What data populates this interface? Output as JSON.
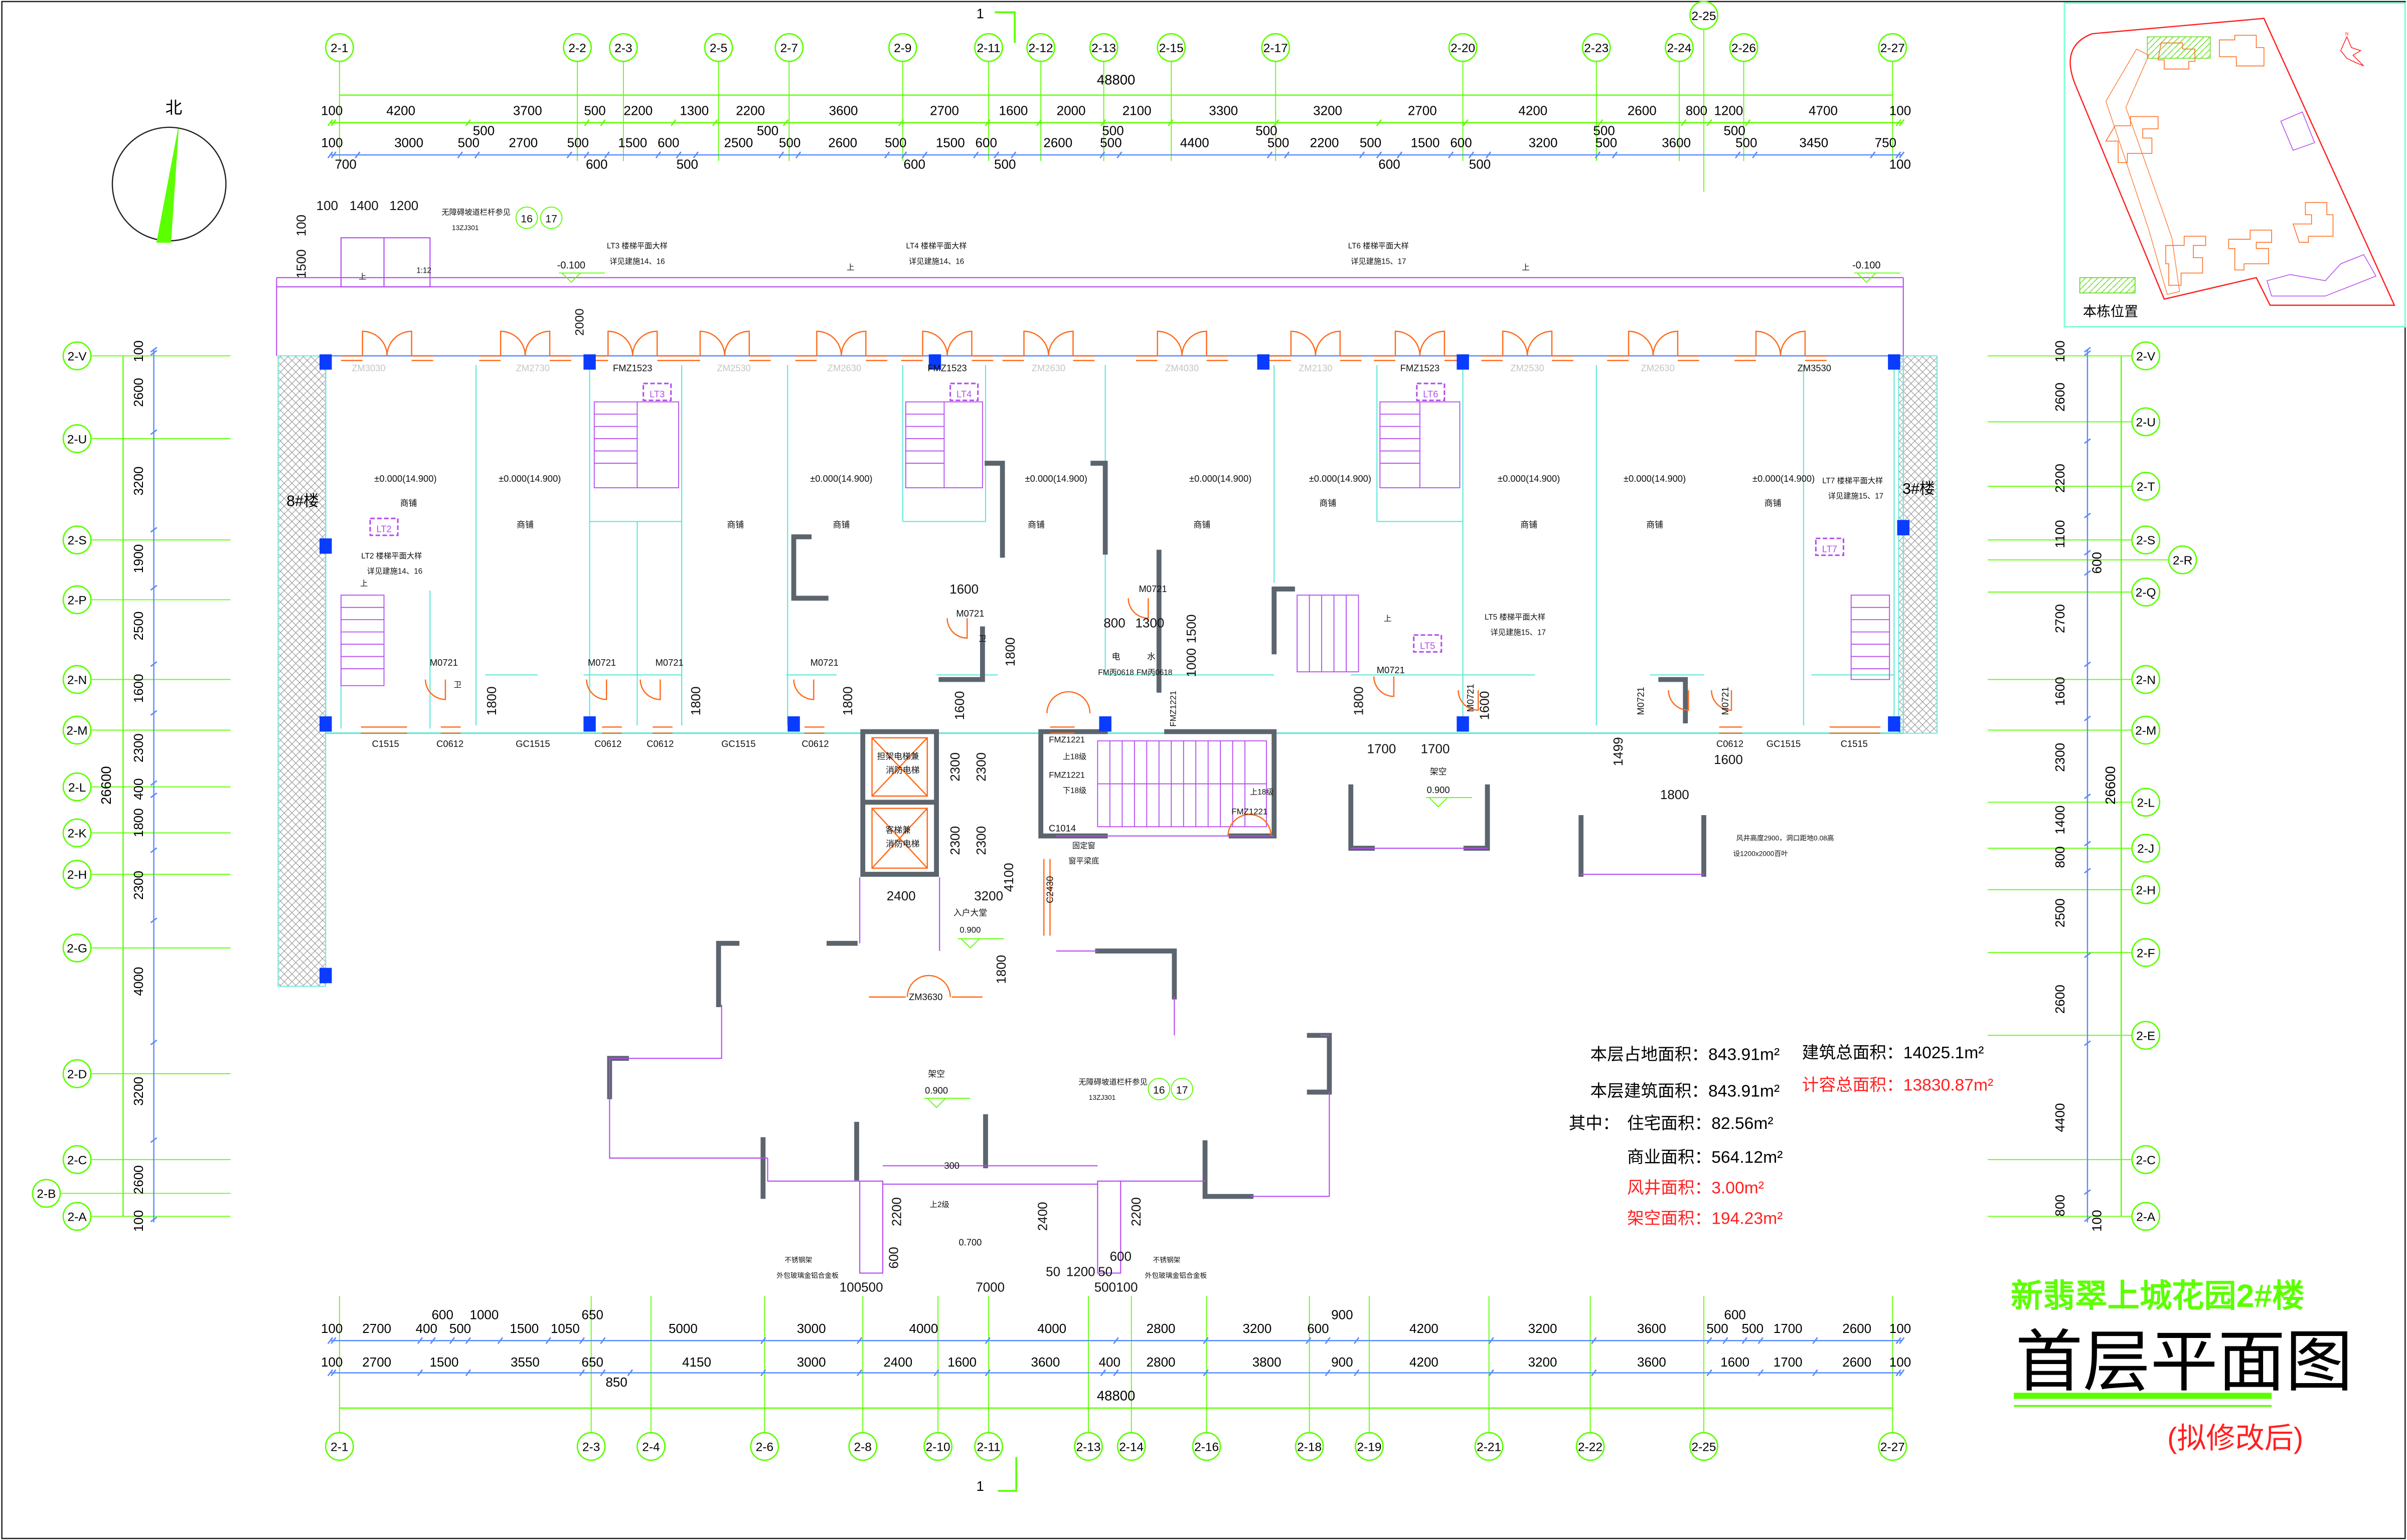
{
  "title": {
    "project": "新翡翠上城花园2#楼",
    "drawing": "首层平面图",
    "note": "(拟修改后)"
  },
  "north_label": "北",
  "section_mark": "1",
  "areas": {
    "site_area": "本层占地面积：843.91m²",
    "floor_area": "本层建筑面积：843.91m²",
    "of_which": "其中：",
    "residential_area": "住宅面积：82.56m²",
    "commercial_area": "商业面积：564.12m²",
    "shaft_area": "风井面积：3.00m²",
    "stilt_area": "架空面积：194.23m²",
    "total_building_area": "建筑总面积：14025.1m²",
    "total_far_area": "计容总面积：13830.87m²"
  },
  "colors": {
    "grid": "#5cff00",
    "dimension": "#5a8cff",
    "wall": "#5c656d",
    "partition": "#5fe8d8",
    "outline": "#b44cf0",
    "door": "#ff6a1a",
    "column": "#0a3cff",
    "highlight": "#ff2020"
  },
  "inset": {
    "legend": "本栋位置",
    "compass": "N"
  },
  "grid": {
    "top": [
      "2-1",
      "2-2",
      "2-3",
      "2-5",
      "2-7",
      "2-9",
      "2-11",
      "2-12",
      "2-13",
      "2-15",
      "2-17",
      "2-20",
      "2-23",
      "2-24",
      "2-25",
      "2-26",
      "2-27"
    ],
    "bottom": [
      "2-1",
      "2-3",
      "2-4",
      "2-6",
      "2-8",
      "2-10",
      "2-11",
      "2-13",
      "2-14",
      "2-16",
      "2-18",
      "2-19",
      "2-21",
      "2-22",
      "2-25",
      "2-27"
    ],
    "left": [
      "2-V",
      "2-U",
      "2-S",
      "2-P",
      "2-N",
      "2-M",
      "2-L",
      "2-K",
      "2-H",
      "2-G",
      "2-D",
      "2-C",
      "2-B",
      "2-A"
    ],
    "right": [
      "2-V",
      "2-U",
      "2-T",
      "2-S",
      "2-R",
      "2-Q",
      "2-N",
      "2-M",
      "2-L",
      "2-J",
      "2-H",
      "2-F",
      "2-E",
      "2-C",
      "2-A"
    ]
  },
  "dims": {
    "top_total": "48800",
    "top_row1": [
      "100",
      "4200",
      "3700",
      "500",
      "2200",
      "1300",
      "2200",
      "3600",
      "2700",
      "1600",
      "2000",
      "2100",
      "3300",
      "3200",
      "2700",
      "4200",
      "2600",
      "800",
      "1200",
      "4700",
      "100"
    ],
    "top_mid": [
      "500",
      "500",
      "500",
      "500",
      "500",
      "500"
    ],
    "top_row2": [
      "100",
      "700",
      "3000",
      "500",
      "2700",
      "500",
      "600",
      "1500",
      "600",
      "500",
      "2500",
      "500",
      "2600",
      "500",
      "600",
      "1500",
      "600",
      "500",
      "2600",
      "500",
      "4400",
      "500",
      "2200",
      "500",
      "600",
      "1500",
      "600",
      "500",
      "3200",
      "500",
      "3600",
      "500",
      "3450",
      "750",
      "100"
    ],
    "bottom_row1": [
      "100",
      "2700",
      "400",
      "600",
      "500",
      "1000",
      "1500",
      "1050",
      "650",
      "5000",
      "3000",
      "4000",
      "4000",
      "2800",
      "3200",
      "600",
      "900",
      "4200",
      "3200",
      "3600",
      "500",
      "600",
      "500",
      "1700",
      "2600",
      "100"
    ],
    "bottom_row2": [
      "100",
      "2700",
      "1500",
      "3550",
      "650",
      "850",
      "4150",
      "3000",
      "2400",
      "1600",
      "3600",
      "400",
      "2800",
      "3800",
      "900",
      "4200",
      "3200",
      "3600",
      "1600",
      "1700",
      "2600",
      "100"
    ],
    "bottom_total": "48800",
    "left": [
      "100",
      "2600",
      "3200",
      "1900",
      "2500",
      "1600",
      "2300",
      "400",
      "1800",
      "2300",
      "4000",
      "3200",
      "2600",
      "100"
    ],
    "left_total": "26600",
    "right": [
      "100",
      "2600",
      "2200",
      "1100",
      "600",
      "2700",
      "1600",
      "2300",
      "1400",
      "800",
      "2500",
      "2600",
      "4400",
      "800",
      "100"
    ],
    "right_total": "26600"
  },
  "plan": {
    "side_buildings": [
      "8#楼",
      "3#楼"
    ],
    "labels": [
      "±0.000(14.900)",
      "±0.000(14.900)",
      "±0.000(14.900)",
      "±0.000(14.900)",
      "±0.000(14.900)",
      "±0.000(14.900)",
      "±0.000(14.900)",
      "±0.000(14.900)",
      "±0.000(14.900)",
      "商铺",
      "商铺",
      "商铺",
      "商铺",
      "商铺",
      "商铺",
      "商铺",
      "商铺",
      "商铺",
      "商铺",
      "ZM3030",
      "ZM2730",
      "FMZ1523",
      "ZM2530",
      "ZM2630",
      "FMZ1523",
      "ZM2630",
      "ZM4030",
      "ZM2130",
      "FMZ1523",
      "ZM2530",
      "ZM2630",
      "ZM3530",
      "C1515",
      "C0612",
      "GC1515",
      "C0612",
      "C0612",
      "GC1515",
      "C0612",
      "C0612",
      "GC1515",
      "C1515",
      "M0721",
      "M0721",
      "M0721",
      "M0721",
      "M0721",
      "M0721",
      "M0721",
      "M0721",
      "M0721",
      "M0721",
      "-0.100",
      "-0.100",
      "LT3 楼梯平面大样",
      "详见建施14、16",
      "LT4 楼梯平面大样",
      "详见建施14、16",
      "LT6 楼梯平面大样",
      "详见建施15、17",
      "LT2 楼梯平面大样",
      "详见建施14、16",
      "LT5 楼梯平面大样",
      "详见建施15、17",
      "LT7 楼梯平面大样",
      "详见建施15、17",
      "LT2",
      "LT3",
      "LT4",
      "LT6",
      "LT5",
      "LT7",
      "担架电梯兼",
      "消防电梯",
      "客梯兼",
      "消防电梯",
      "入户大堂",
      "0.900",
      "ZM3630",
      "架空",
      "0.900",
      "架空",
      "0.900",
      "C2430",
      "C1014",
      "固定窗",
      "窗平梁底",
      "FMZ1221",
      "FMZ1221",
      "FMZ1221",
      "FMZ1221",
      "上18级",
      "下18级",
      "上18级",
      "电",
      "水",
      "FM丙0618",
      "FM丙0618",
      "风井高度2900，洞口距地0.08高",
      "设1200x2000百叶",
      "无障碍坡道栏杆参见",
      "13ZJ301",
      "无障碍坡道栏杆参见",
      "13ZJ301",
      "不锈钢架",
      "外包玻璃金铝合金板",
      "不锈钢架",
      "外包玻璃金铝合金板",
      "0.700",
      "300",
      "上2级",
      "1:12",
      "上",
      "上",
      "上",
      "上",
      "上",
      "卫",
      "卫",
      "2000",
      "1400",
      "1200",
      "1500",
      "100",
      "100",
      "1600",
      "1800",
      "1600",
      "2300",
      "2300",
      "2300",
      "2300",
      "2400",
      "3200",
      "4100",
      "1800",
      "800",
      "1300",
      "1500",
      "1000",
      "1700",
      "1700",
      "1600",
      "1499",
      "1600",
      "1800",
      "1800",
      "1800",
      "1800",
      "1800",
      "2200",
      "600",
      "2400",
      "2200",
      "600",
      "7000",
      "100500",
      "500100",
      "50",
      "1200",
      "50",
      "16",
      "17",
      "16",
      "17"
    ]
  }
}
